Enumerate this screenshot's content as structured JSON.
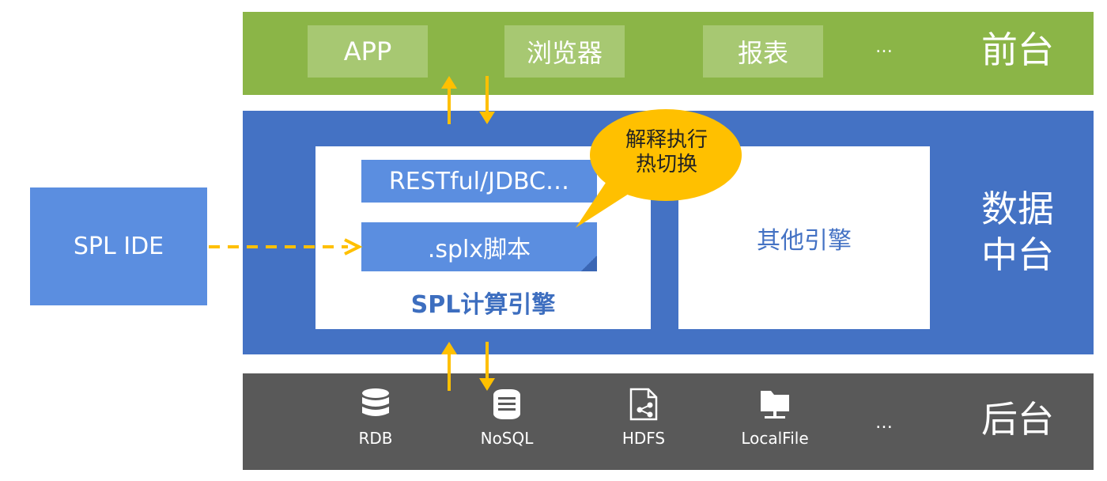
{
  "front": {
    "items": [
      "APP",
      "浏览器",
      "报表"
    ],
    "more": "…",
    "label": "前台"
  },
  "middle": {
    "label_line1": "数据",
    "label_line2": "中台",
    "spl_engine": {
      "interface": "RESTful/JDBC…",
      "script": ".splx脚本",
      "title": "SPL计算引擎"
    },
    "other_engine": "其他引擎",
    "callout_line1": "解释执行",
    "callout_line2": "热切换"
  },
  "back": {
    "items": [
      {
        "label": "RDB",
        "icon": "database-icon"
      },
      {
        "label": "NoSQL",
        "icon": "nosql-icon"
      },
      {
        "label": "HDFS",
        "icon": "hdfs-icon"
      },
      {
        "label": "LocalFile",
        "icon": "folder-icon"
      }
    ],
    "more": "…",
    "label": "后台"
  },
  "ide": {
    "label": "SPL IDE"
  },
  "colors": {
    "front": "#8bb547",
    "middle": "#4472c4",
    "back": "#595959",
    "arrow": "#ffc000",
    "callout": "#ffc000"
  }
}
